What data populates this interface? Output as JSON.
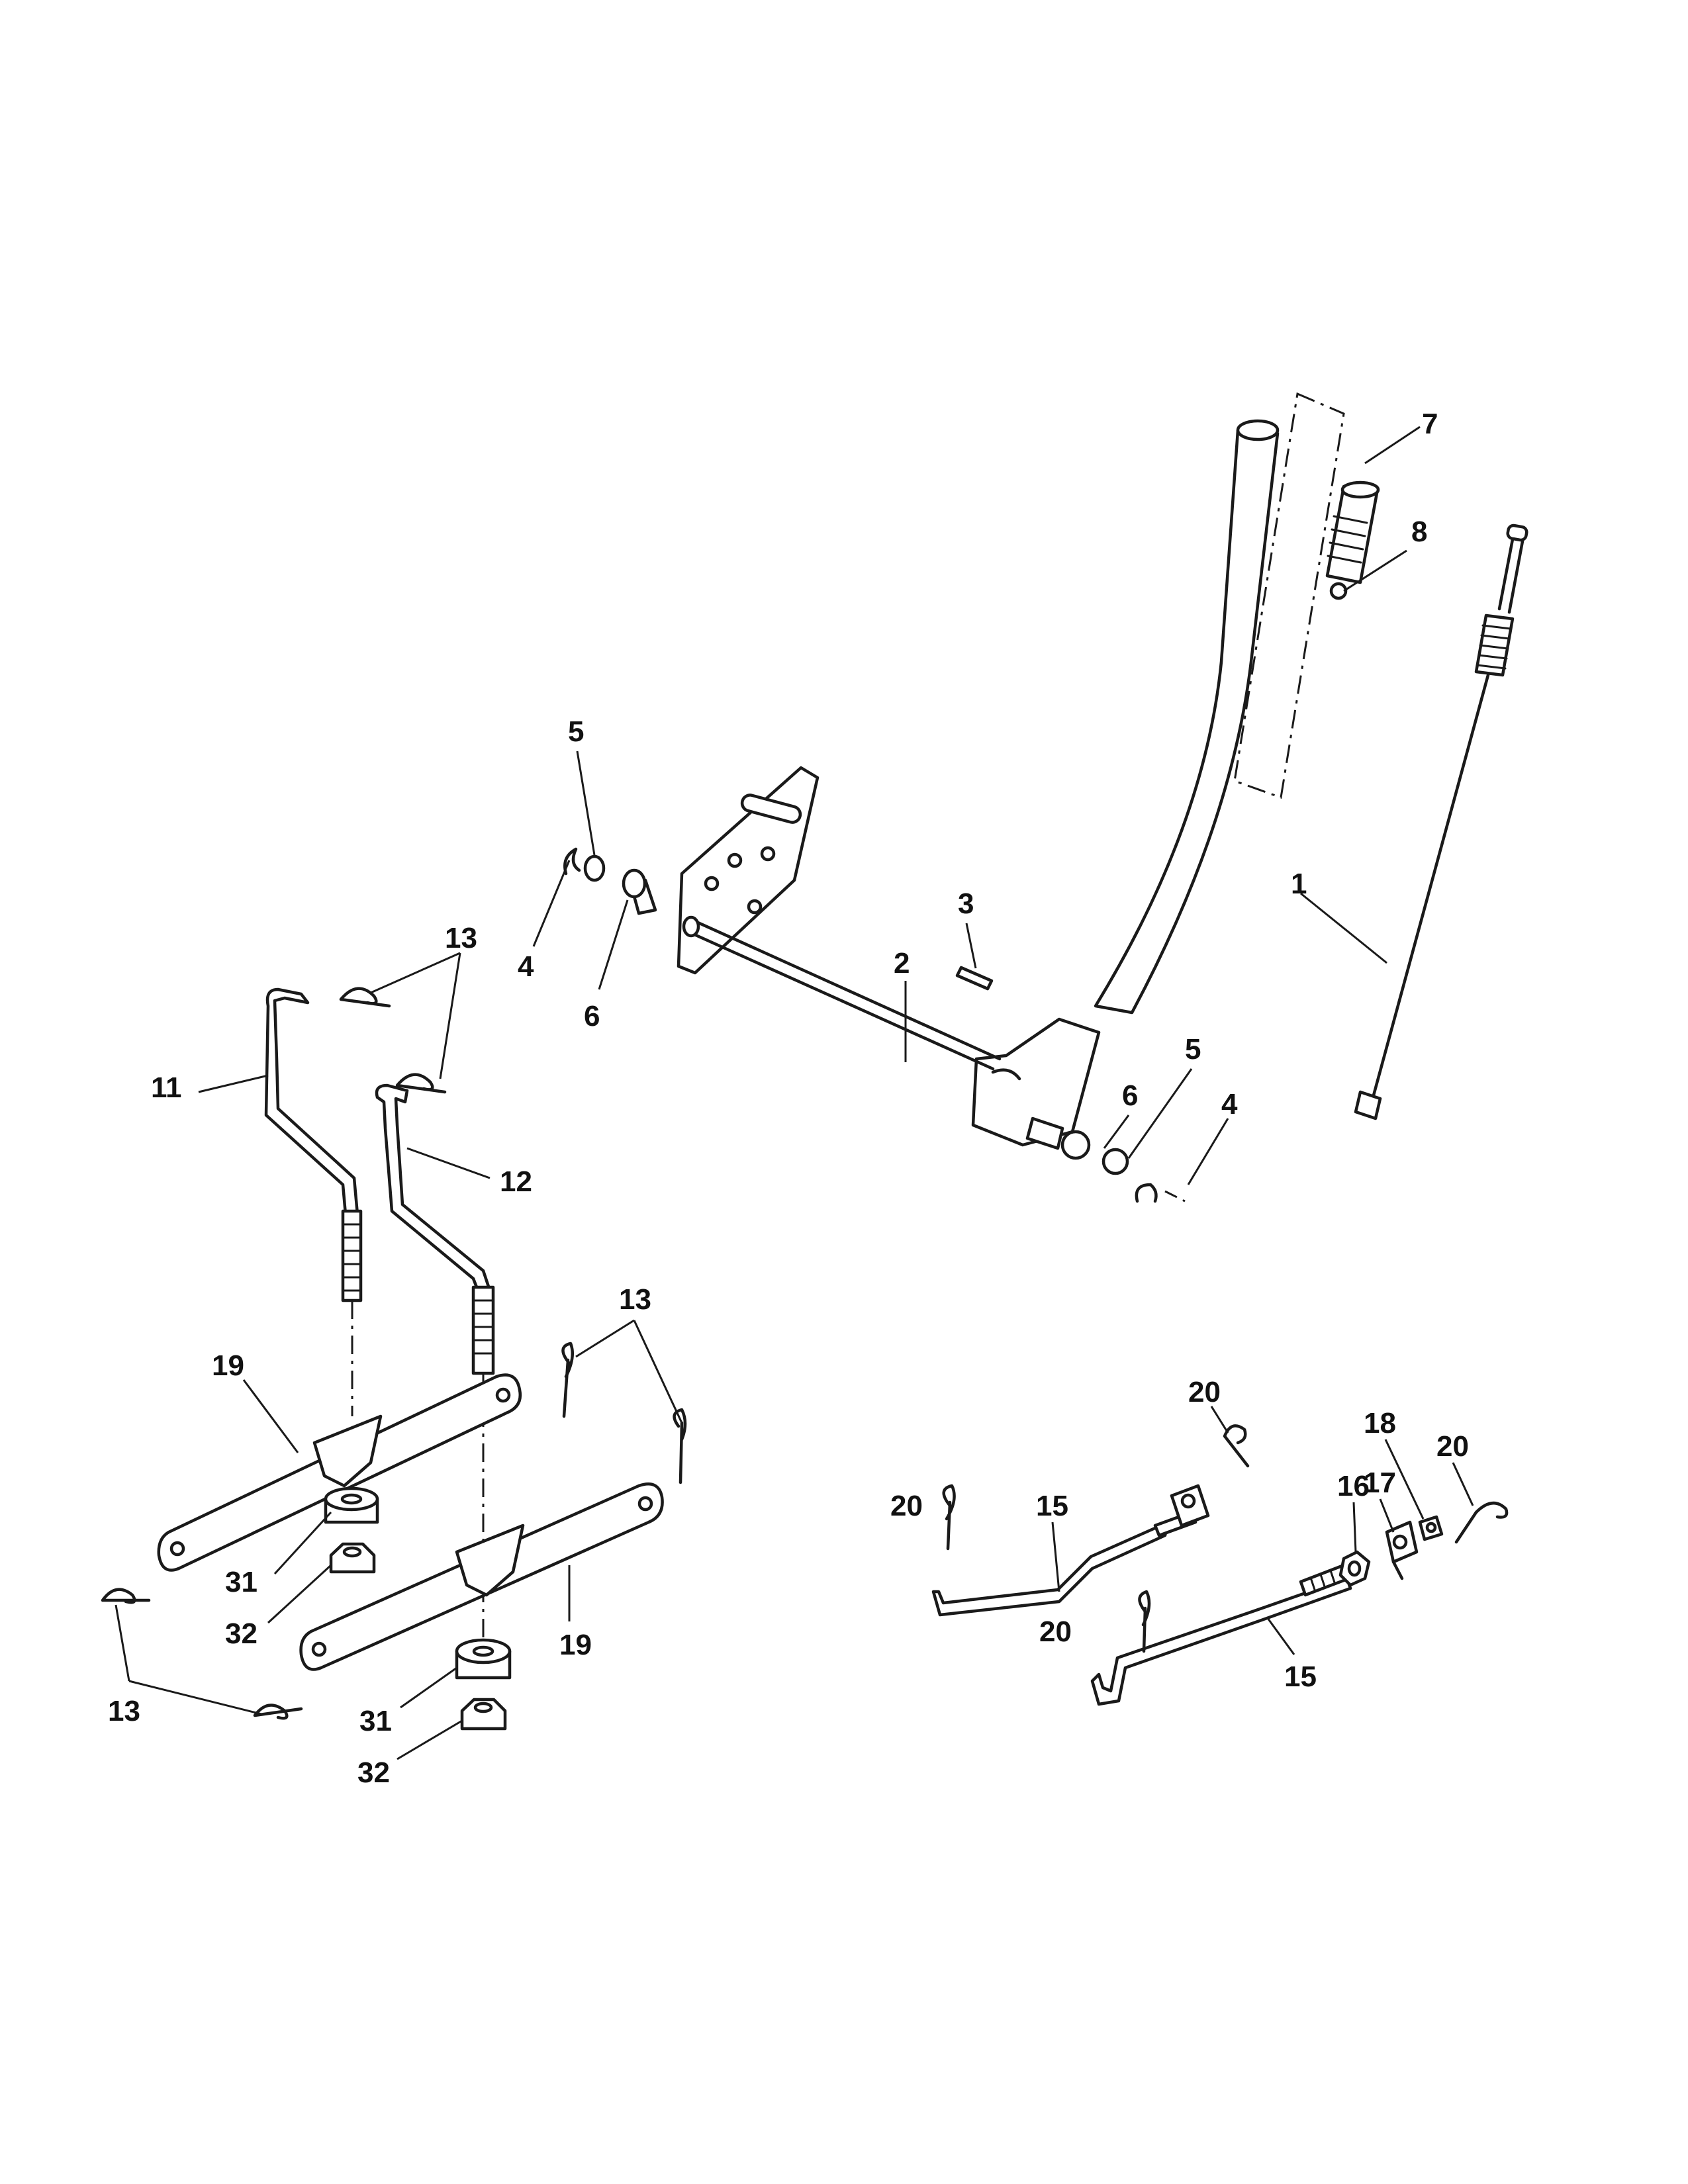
{
  "diagram": {
    "callouts": [
      {
        "id": "c1",
        "label": "1"
      },
      {
        "id": "c2",
        "label": "2"
      },
      {
        "id": "c3",
        "label": "3"
      },
      {
        "id": "c4a",
        "label": "4"
      },
      {
        "id": "c4b",
        "label": "4"
      },
      {
        "id": "c5a",
        "label": "5"
      },
      {
        "id": "c5b",
        "label": "5"
      },
      {
        "id": "c6a",
        "label": "6"
      },
      {
        "id": "c6b",
        "label": "6"
      },
      {
        "id": "c7",
        "label": "7"
      },
      {
        "id": "c8",
        "label": "8"
      },
      {
        "id": "c11",
        "label": "11"
      },
      {
        "id": "c12",
        "label": "12"
      },
      {
        "id": "c13a",
        "label": "13"
      },
      {
        "id": "c13b",
        "label": "13"
      },
      {
        "id": "c13c",
        "label": "13"
      },
      {
        "id": "c15a",
        "label": "15"
      },
      {
        "id": "c15b",
        "label": "15"
      },
      {
        "id": "c16",
        "label": "16"
      },
      {
        "id": "c17",
        "label": "17"
      },
      {
        "id": "c18",
        "label": "18"
      },
      {
        "id": "c19a",
        "label": "19"
      },
      {
        "id": "c19b",
        "label": "19"
      },
      {
        "id": "c20a",
        "label": "20"
      },
      {
        "id": "c20b",
        "label": "20"
      },
      {
        "id": "c20c",
        "label": "20"
      },
      {
        "id": "c20d",
        "label": "20"
      },
      {
        "id": "c31a",
        "label": "31"
      },
      {
        "id": "c31b",
        "label": "31"
      },
      {
        "id": "c32a",
        "label": "32"
      },
      {
        "id": "c32b",
        "label": "32"
      }
    ]
  }
}
